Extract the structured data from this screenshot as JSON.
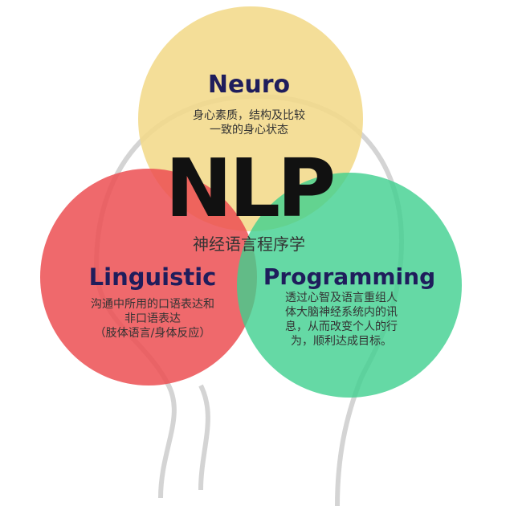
{
  "center": {
    "title": "NLP",
    "subtitle": "神经语言程序学"
  },
  "neuro": {
    "title": "Neuro",
    "lines": [
      "身心素质，结构及比较",
      "一致的身心状态"
    ],
    "color": "#f3d98a"
  },
  "linguistic": {
    "title": "Linguistic",
    "lines": [
      "沟通中所用的口语表达和",
      "非口语表达",
      "（肢体语言/身体反应）"
    ],
    "color": "#ec4f52"
  },
  "programming": {
    "title": "Programming",
    "lines": [
      "透过心智及语言重组人",
      "体大脑神经系统内的讯",
      "息，从而改变个人的行",
      "为，顺利达成目标。"
    ],
    "color": "#3fd08f"
  }
}
